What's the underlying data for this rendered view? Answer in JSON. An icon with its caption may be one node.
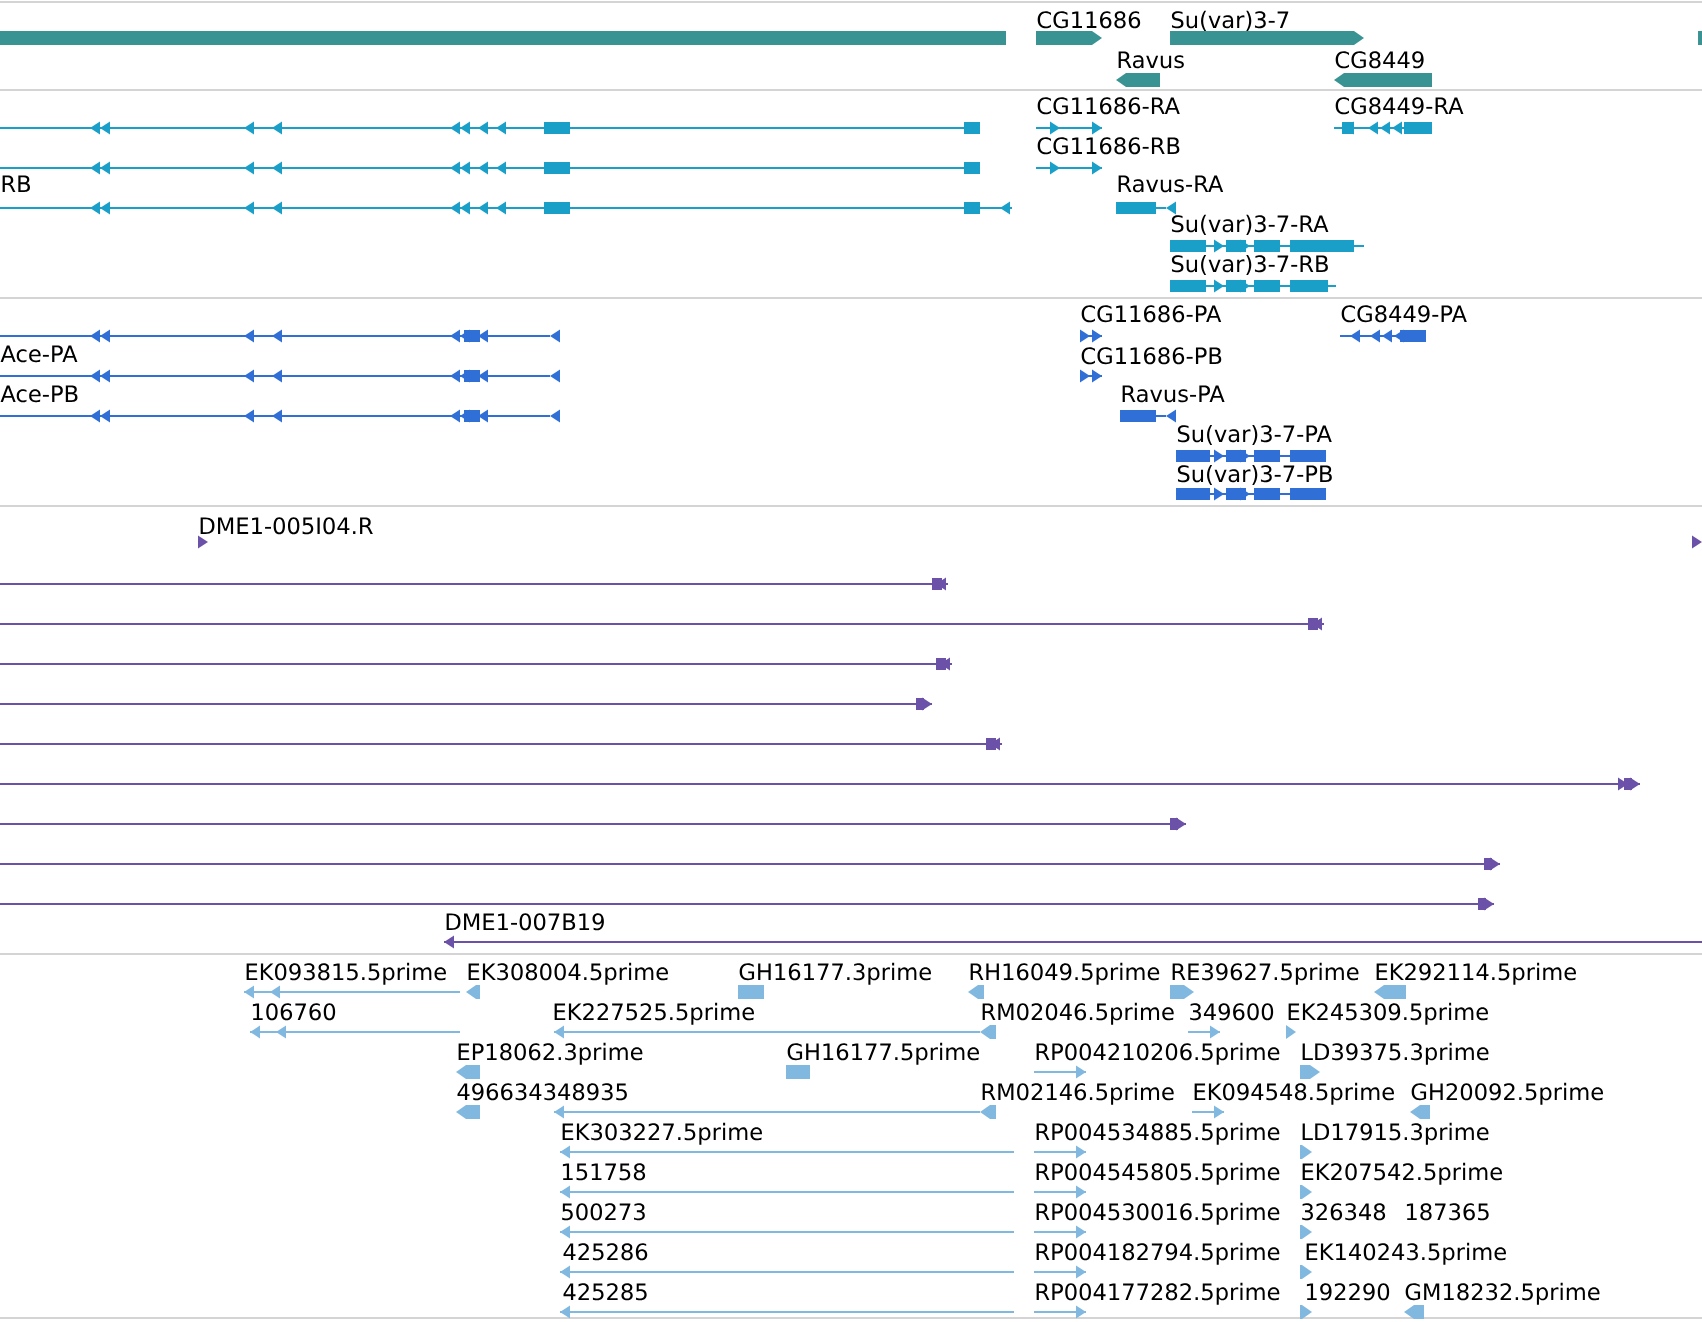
{
  "diagram": {
    "labels": [
      "CG11686",
      "Su(var)3-7",
      "Ravus",
      "CG8449",
      "CG11686-RA",
      "CG8449-RA",
      "CG11686-RB",
      "RB",
      "Ravus-RA",
      "Su(var)3-7-RA",
      "Su(var)3-7-RB",
      "CG11686-PA",
      "CG8449-PA",
      "Ace-PA",
      "CG11686-PB",
      "Ace-PB",
      "Ravus-PA",
      "Su(var)3-7-PA",
      "Su(var)3-7-PB",
      "DME1-005I04.R",
      "DME1-007B19",
      "EK093815.5prime",
      "EK308004.5prime",
      "GH16177.3prime",
      "RH16049.5prime",
      "RE39627.5prime",
      "EK292114.5prime",
      "106760",
      "EK227525.5prime",
      "RM02046.5prime",
      "349600",
      "EK245309.5prime",
      "EP18062.3prime",
      "GH16177.5prime",
      "RP004210206.5prime",
      "LD39375.3prime",
      "496634348935",
      "RM02146.5prime",
      "EK094548.5prime",
      "GH20092.5prime",
      "EK303227.5prime",
      "RP004534885.5prime",
      "LD17915.3prime",
      "151758",
      "RP004545805.5prime",
      "EK207542.5prime",
      "500273",
      "RP004530016.5prime",
      "326348",
      "187365",
      "425286",
      "RP004182794.5prime",
      "EK140243.5prime",
      "425285",
      "RP004177282.5prime",
      "192290",
      "GM18232.5prime"
    ]
  }
}
